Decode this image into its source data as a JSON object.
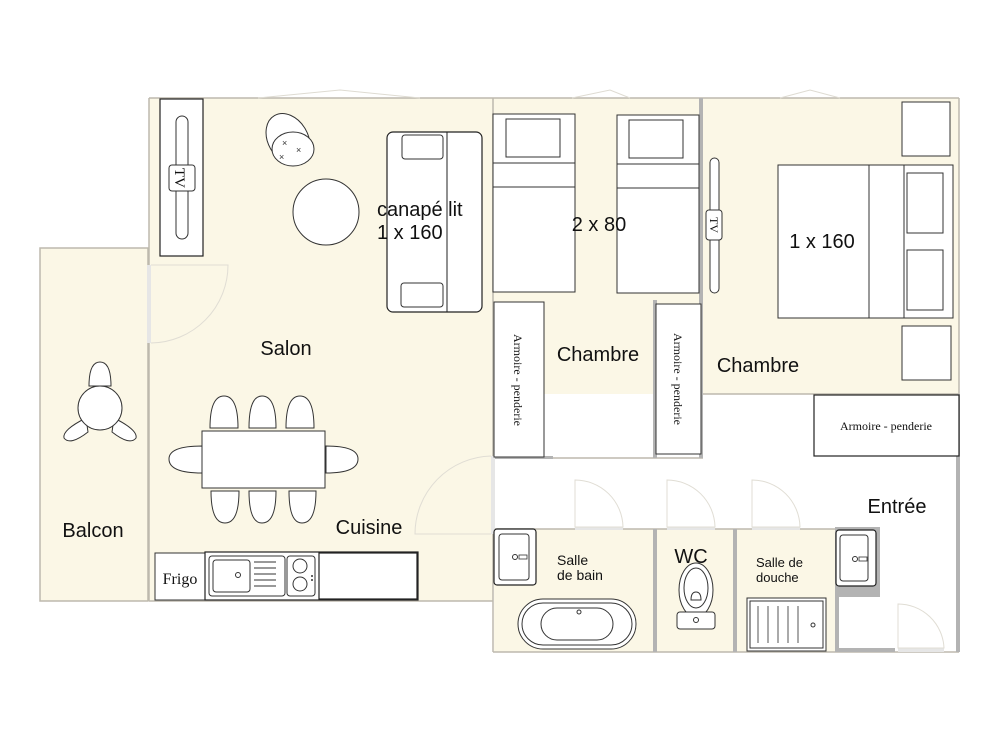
{
  "plan": {
    "colors": {
      "floor": "#fbf7e6",
      "wall_outline": "#bdb9ad",
      "wall_gray": "#b3b3b3",
      "furniture_fill": "#ffffff",
      "furniture_stroke": "#222222",
      "text": "#111111"
    },
    "rooms": {
      "salon": {
        "label": "Salon"
      },
      "cuisine": {
        "label": "Cuisine"
      },
      "balcon": {
        "label": "Balcon"
      },
      "chambre_twin": {
        "label": "Chambre"
      },
      "chambre_master": {
        "label": "Chambre"
      },
      "entree": {
        "label": "Entrée"
      },
      "salle_de_bain": {
        "label_line1": "Salle",
        "label_line2": "de bain"
      },
      "wc": {
        "label": "WC"
      },
      "salle_de_douche": {
        "label_line1": "Salle de",
        "label_line2": "douche"
      }
    },
    "furniture": {
      "salon_tv": {
        "label": "TV"
      },
      "sofa_bed": {
        "label_line1": "canapé lit",
        "label_line2": "1 x 160"
      },
      "twin_beds": {
        "label": "2 x 80"
      },
      "bedroom_tv": {
        "label": "TV"
      },
      "double_bed": {
        "label": "1 x 160"
      },
      "wardrobe_twin": {
        "label": "Armoire - penderie"
      },
      "wardrobe_master": {
        "label": "Armoire - penderie"
      },
      "wardrobe_entree": {
        "label": "Armoire - penderie"
      },
      "fridge": {
        "label": "Frigo"
      },
      "dining_table": {
        "chairs": 8
      },
      "balcony_table": {
        "chairs": 3
      }
    }
  }
}
